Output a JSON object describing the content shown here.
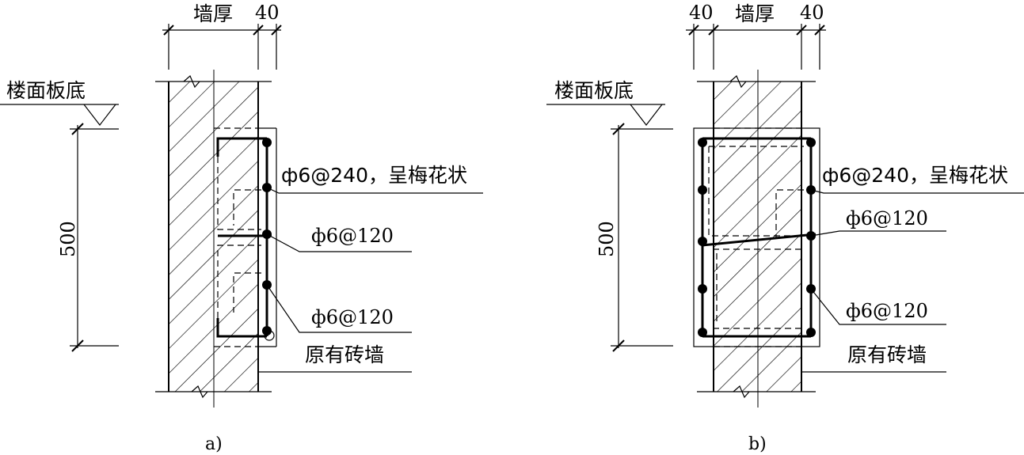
{
  "panel_a": {
    "dim_wall": "墙厚",
    "dim_40_right": "40",
    "floor_label": "楼面板底",
    "height_dim": "500",
    "rebar_label_1": "ф6@240，呈梅花状",
    "rebar_label_2": "ф6@120",
    "rebar_label_3": "ф6@120",
    "wall_label": "原有砖墙",
    "caption": "a)"
  },
  "panel_b": {
    "dim_40_left": "40",
    "dim_wall": "墙厚",
    "dim_40_right": "40",
    "floor_label": "楼面板底",
    "height_dim": "500",
    "rebar_label_1": "ф6@240，呈梅花状",
    "rebar_label_2": "ф6@120",
    "rebar_label_3": "ф6@120",
    "wall_label": "原有砖墙",
    "caption": "b)"
  }
}
